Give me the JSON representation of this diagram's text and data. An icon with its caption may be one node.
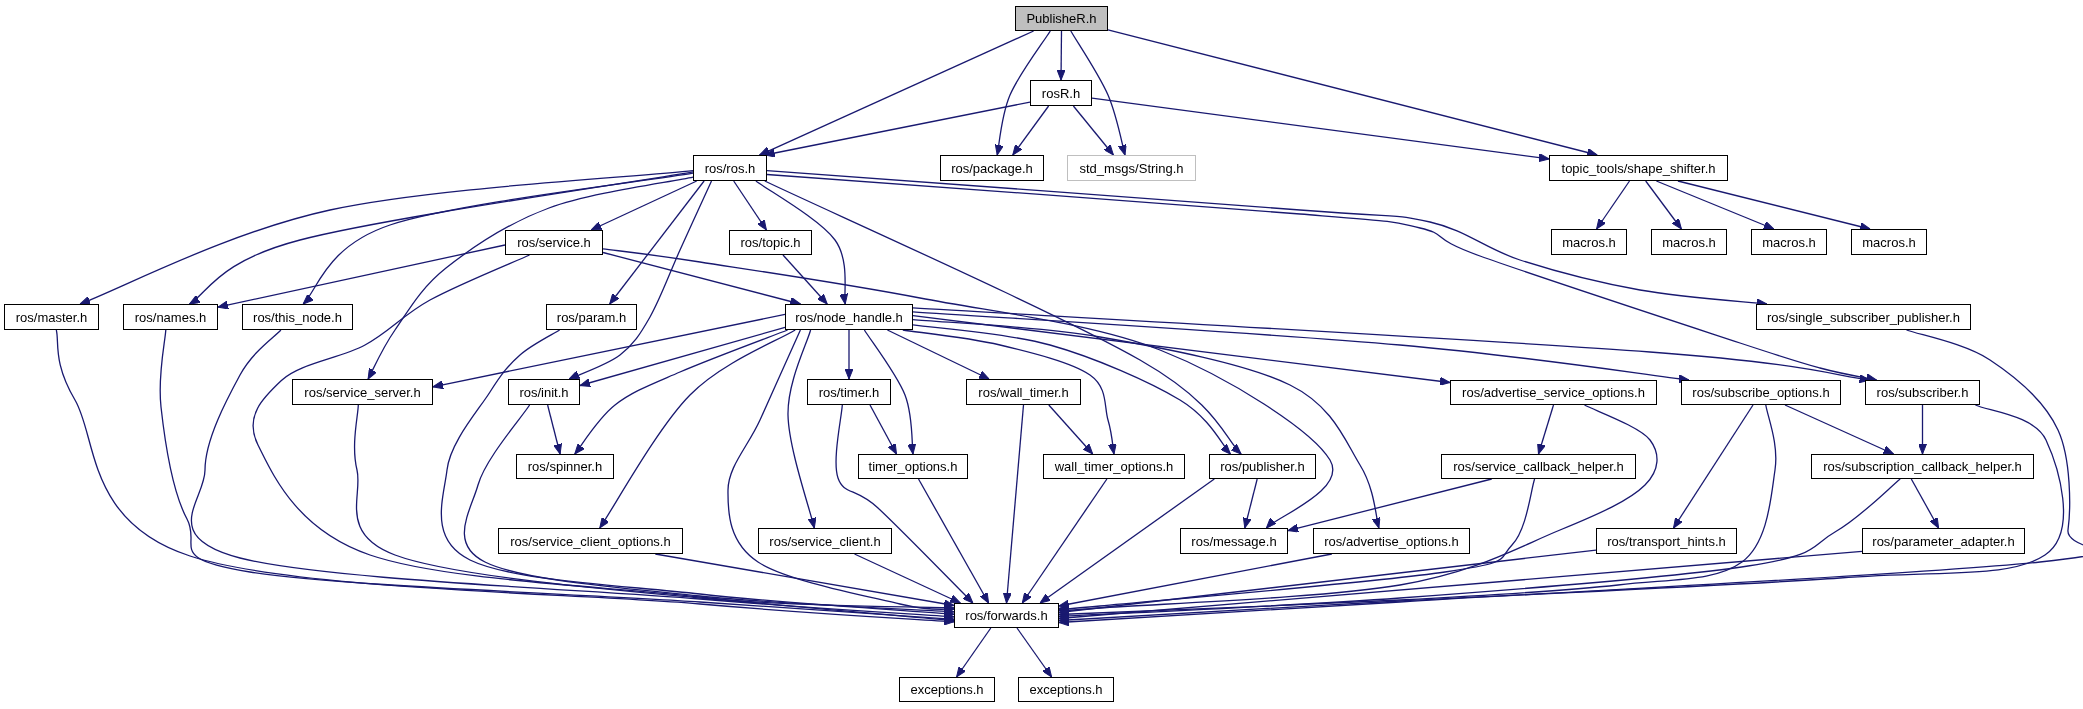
{
  "diagram": {
    "nodes": [
      {
        "text": [
          "PublisheR.h"
        ]
      },
      {
        "text": [
          "rosR.h"
        ]
      },
      {
        "text": [
          "ros/ros.h"
        ]
      },
      {
        "text": [
          "ros/package.h"
        ]
      },
      {
        "text": [
          "std_msgs/String.h"
        ]
      },
      {
        "text": [
          "topic_tools/shape_shifter.h"
        ]
      },
      {
        "text": [
          "ros/service.h"
        ]
      },
      {
        "text": [
          "ros/topic.h"
        ]
      },
      {
        "text": [
          "macros.h"
        ]
      },
      {
        "text": [
          "macros.h"
        ]
      },
      {
        "text": [
          "macros.h"
        ]
      },
      {
        "text": [
          "macros.h"
        ]
      },
      {
        "text": [
          "ros/master.h"
        ]
      },
      {
        "text": [
          "ros/names.h"
        ]
      },
      {
        "text": [
          "ros/this_node.h"
        ]
      },
      {
        "text": [
          "ros/param.h"
        ]
      },
      {
        "text": [
          "ros/node_handle.h"
        ]
      },
      {
        "text": [
          "ros/single_subscriber_publisher.h"
        ]
      },
      {
        "text": [
          "ros/service_server.h"
        ]
      },
      {
        "text": [
          "ros/init.h"
        ]
      },
      {
        "text": [
          "ros/timer.h"
        ]
      },
      {
        "text": [
          "ros/wall_timer.h"
        ]
      },
      {
        "text": [
          "ros/advertise_service_options.h"
        ]
      },
      {
        "text": [
          "ros/subscribe_options.h"
        ]
      },
      {
        "text": [
          "ros/subscriber.h"
        ]
      },
      {
        "text": [
          "ros/spinner.h"
        ]
      },
      {
        "text": [
          "timer_options.h"
        ]
      },
      {
        "text": [
          "wall_timer_options.h"
        ]
      },
      {
        "text": [
          "ros/publisher.h"
        ]
      },
      {
        "text": [
          "ros/service_callback_helper.h"
        ]
      },
      {
        "text": [
          "ros/subscription_callback_helper.h"
        ]
      },
      {
        "text": [
          "ros/service_client_options.h"
        ]
      },
      {
        "text": [
          "ros/service_client.h"
        ]
      },
      {
        "text": [
          "ros/message.h"
        ]
      },
      {
        "text": [
          "ros/advertise_options.h"
        ]
      },
      {
        "text": [
          "ros/transport_hints.h"
        ]
      },
      {
        "text": [
          "ros/parameter_adapter.h"
        ]
      },
      {
        "text": [
          "ros/forwards.h"
        ]
      },
      {
        "text": [
          "exceptions.h"
        ]
      },
      {
        "text": [
          "exceptions.h"
        ]
      }
    ],
    "edges": [
      {
        "from": 0,
        "to": 2,
        "arrow": "to"
      },
      {
        "from": 0,
        "to": 3,
        "arrow": "to"
      },
      {
        "from": 0,
        "to": 1,
        "arrow": "to"
      },
      {
        "from": 0,
        "to": 4,
        "arrow": "to"
      },
      {
        "from": 0,
        "to": 5,
        "arrow": "to"
      },
      {
        "from": 1,
        "to": 2,
        "arrow": "to"
      },
      {
        "from": 1,
        "to": 3,
        "arrow": "to"
      },
      {
        "from": 1,
        "to": 4,
        "arrow": "to"
      },
      {
        "from": 1,
        "to": 5,
        "arrow": "to"
      },
      {
        "from": 5,
        "to": 8,
        "arrow": "to"
      },
      {
        "from": 5,
        "to": 9,
        "arrow": "to"
      },
      {
        "from": 5,
        "to": 10,
        "arrow": "to"
      },
      {
        "from": 5,
        "to": 11,
        "arrow": "to"
      },
      {
        "from": 2,
        "to": 12,
        "arrow": "to"
      },
      {
        "from": 2,
        "to": 13,
        "arrow": "to"
      },
      {
        "from": 2,
        "to": 14,
        "arrow": "to"
      },
      {
        "from": 2,
        "to": 18,
        "arrow": "to"
      },
      {
        "from": 2,
        "to": 6,
        "arrow": "to"
      },
      {
        "from": 2,
        "to": 15,
        "arrow": "to"
      },
      {
        "from": 2,
        "to": 19,
        "arrow": "to"
      },
      {
        "from": 2,
        "to": 7,
        "arrow": "to"
      },
      {
        "from": 2,
        "to": 16,
        "arrow": "to"
      },
      {
        "from": 2,
        "to": 28,
        "arrow": "to"
      },
      {
        "from": 2,
        "to": 17,
        "arrow": "to"
      },
      {
        "from": 2,
        "to": 24,
        "arrow": "to"
      },
      {
        "from": 6,
        "to": 13,
        "arrow": "to"
      },
      {
        "from": 6,
        "to": 16,
        "arrow": "to"
      },
      {
        "from": 6,
        "to": 37,
        "arrow": "to"
      },
      {
        "from": 6,
        "to": 33,
        "arrow": "to"
      },
      {
        "from": 7,
        "to": 16,
        "arrow": "to"
      },
      {
        "from": 12,
        "to": 37,
        "arrow": "to"
      },
      {
        "from": 13,
        "to": 37,
        "arrow": "to"
      },
      {
        "from": 14,
        "to": 37,
        "arrow": "to"
      },
      {
        "from": 15,
        "to": 37,
        "arrow": "to"
      },
      {
        "from": 16,
        "to": 18,
        "arrow": "to"
      },
      {
        "from": 16,
        "to": 19,
        "arrow": "to"
      },
      {
        "from": 16,
        "to": 25,
        "arrow": "to"
      },
      {
        "from": 16,
        "to": 31,
        "arrow": "to"
      },
      {
        "from": 16,
        "to": 37,
        "arrow": "to"
      },
      {
        "from": 16,
        "to": 32,
        "arrow": "to"
      },
      {
        "from": 16,
        "to": 20,
        "arrow": "to"
      },
      {
        "from": 16,
        "to": 26,
        "arrow": "to"
      },
      {
        "from": 16,
        "to": 21,
        "arrow": "to"
      },
      {
        "from": 16,
        "to": 27,
        "arrow": "to"
      },
      {
        "from": 16,
        "to": 28,
        "arrow": "to"
      },
      {
        "from": 16,
        "to": 34,
        "arrow": "to"
      },
      {
        "from": 16,
        "to": 22,
        "arrow": "to"
      },
      {
        "from": 16,
        "to": 23,
        "arrow": "to"
      },
      {
        "from": 16,
        "to": 24,
        "arrow": "to"
      },
      {
        "from": 17,
        "to": 37,
        "arrow": "to"
      },
      {
        "from": 18,
        "to": 37,
        "arrow": "to"
      },
      {
        "from": 19,
        "to": 25,
        "arrow": "to"
      },
      {
        "from": 19,
        "to": 37,
        "arrow": "to"
      },
      {
        "from": 20,
        "to": 26,
        "arrow": "to"
      },
      {
        "from": 20,
        "to": 37,
        "arrow": "to"
      },
      {
        "from": 21,
        "to": 27,
        "arrow": "to"
      },
      {
        "from": 21,
        "to": 37,
        "arrow": "to"
      },
      {
        "from": 22,
        "to": 29,
        "arrow": "to"
      },
      {
        "from": 22,
        "to": 37,
        "arrow": "to"
      },
      {
        "from": 23,
        "to": 35,
        "arrow": "to"
      },
      {
        "from": 23,
        "to": 37,
        "arrow": "to"
      },
      {
        "from": 23,
        "to": 30,
        "arrow": "to"
      },
      {
        "from": 24,
        "to": 30,
        "arrow": "to"
      },
      {
        "from": 24,
        "to": 37,
        "arrow": "to"
      },
      {
        "from": 26,
        "to": 37,
        "arrow": "to"
      },
      {
        "from": 27,
        "to": 37,
        "arrow": "to"
      },
      {
        "from": 28,
        "to": 33,
        "arrow": "to"
      },
      {
        "from": 28,
        "to": 37,
        "arrow": "to"
      },
      {
        "from": 29,
        "to": 33,
        "arrow": "to"
      },
      {
        "from": 29,
        "to": 37,
        "arrow": "to"
      },
      {
        "from": 30,
        "to": 36,
        "arrow": "to"
      },
      {
        "from": 30,
        "to": 37,
        "arrow": "to"
      },
      {
        "from": 31,
        "to": 37,
        "arrow": "to"
      },
      {
        "from": 32,
        "to": 37,
        "arrow": "to"
      },
      {
        "from": 34,
        "to": 37,
        "arrow": "to"
      },
      {
        "from": 35,
        "to": 37,
        "arrow": "to"
      },
      {
        "from": 36,
        "to": 37,
        "arrow": "to"
      },
      {
        "from": 37,
        "to": 38,
        "arrow": "to"
      },
      {
        "from": 37,
        "to": 39,
        "arrow": "to"
      }
    ]
  }
}
